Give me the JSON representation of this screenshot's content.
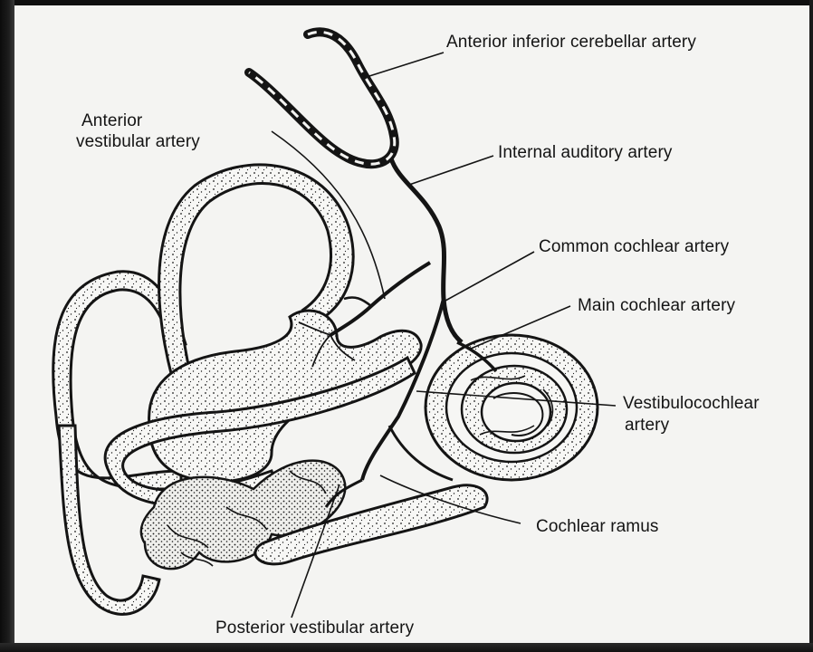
{
  "labels": {
    "aica": "Anterior inferior cerebellar artery",
    "internal_auditory": "Internal auditory artery",
    "anterior_vestibular_line1": "Anterior",
    "anterior_vestibular_line2": "vestibular artery",
    "common_cochlear": "Common cochlear artery",
    "main_cochlear": "Main cochlear artery",
    "vestibulocochlear_line1": "Vestibulocochlear",
    "vestibulocochlear_line2": "artery",
    "cochlear_ramus": "Cochlear ramus",
    "posterior_vestibular": "Posterior vestibular artery"
  },
  "colors": {
    "paper": "#f4f4f2",
    "ink": "#141414",
    "frame": "#0f0f0f"
  }
}
